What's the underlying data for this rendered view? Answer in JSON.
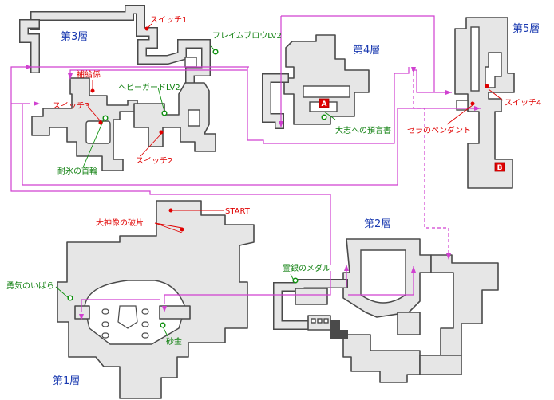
{
  "floors": {
    "f1": "第1層",
    "f2": "第2層",
    "f3": "第3層",
    "f4": "第4層",
    "f5": "第5層"
  },
  "red_labels": {
    "switch1": "スイッチ1",
    "switch2": "スイッチ2",
    "switch3": "スイッチ3",
    "switch4": "スイッチ4",
    "supply": "補給係",
    "start": "START",
    "shard": "大神像の破片",
    "pendant": "セラのペンダント"
  },
  "green_labels": {
    "flameblow": "フレイムブロウLV2",
    "heavyguard": "ヘビーガードLV2",
    "iceneck": "耐氷の首輪",
    "prophecy": "大志への預言書",
    "silvermedal": "霊銀のメダル",
    "courage": "勇気のいばら",
    "gold": "砂金"
  },
  "markers": {
    "a": "A",
    "b": "B"
  },
  "colors": {
    "floor_label": "#1a3ab0",
    "item_red": "#e00000",
    "item_green": "#108010",
    "route": "#d040d0",
    "map_fill": "#e6e6e6",
    "map_stroke": "#4a4a4a"
  },
  "icons": {
    "route_arrow": "arrow-icon",
    "switch_dot": "red-dot-icon",
    "item_dot": "green-circle-icon"
  }
}
